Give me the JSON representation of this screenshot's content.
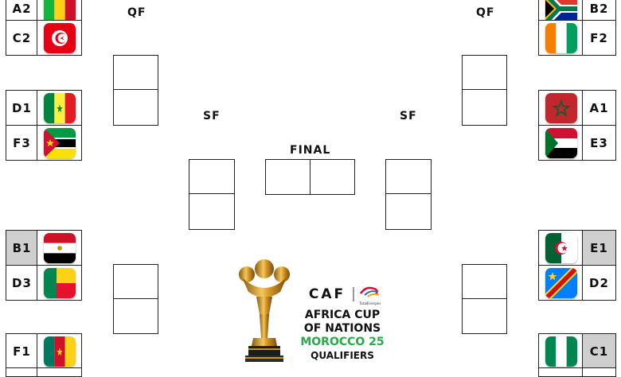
{
  "rounds": {
    "qf_left": "QF",
    "qf_right": "QF",
    "sf_left": "SF",
    "sf_right": "SF",
    "final": "FINAL"
  },
  "left_slots": [
    {
      "code": "A2",
      "flag": "mali-flag",
      "grey": false
    },
    {
      "code": "C2",
      "flag": "tunisia-flag",
      "grey": false
    },
    {
      "code": "D1",
      "flag": "senegal-flag",
      "grey": false
    },
    {
      "code": "F3",
      "flag": "mozambique-flag",
      "grey": false
    },
    {
      "code": "B1",
      "flag": "egypt-flag",
      "grey": true
    },
    {
      "code": "D3",
      "flag": "benin-flag",
      "grey": false
    },
    {
      "code": "F1",
      "flag": "cameroon-flag",
      "grey": false
    }
  ],
  "right_slots": [
    {
      "code": "B2",
      "flag": "south-africa-flag",
      "grey": false
    },
    {
      "code": "F2",
      "flag": "ivory-coast-flag",
      "grey": false
    },
    {
      "code": "A1",
      "flag": "morocco-flag",
      "grey": false
    },
    {
      "code": "E3",
      "flag": "sudan-flag",
      "grey": false
    },
    {
      "code": "E1",
      "flag": "algeria-flag",
      "grey": true
    },
    {
      "code": "D2",
      "flag": "dr-congo-flag",
      "grey": false
    },
    {
      "code": "C1",
      "flag": "nigeria-flag",
      "grey": true
    }
  ],
  "logo": {
    "caf": "CAF",
    "sponsor": "TotalEnergies",
    "line1": "AFRICA CUP",
    "line2": "OF NATIONS",
    "line3": "MOROCCO 25",
    "line4": "QUALIFIERS",
    "accent_color": "#2aa84a",
    "trophy": "afcon-trophy-icon"
  },
  "colors": {
    "grid": "#222222",
    "grey_cell": "#cfcfcf"
  }
}
